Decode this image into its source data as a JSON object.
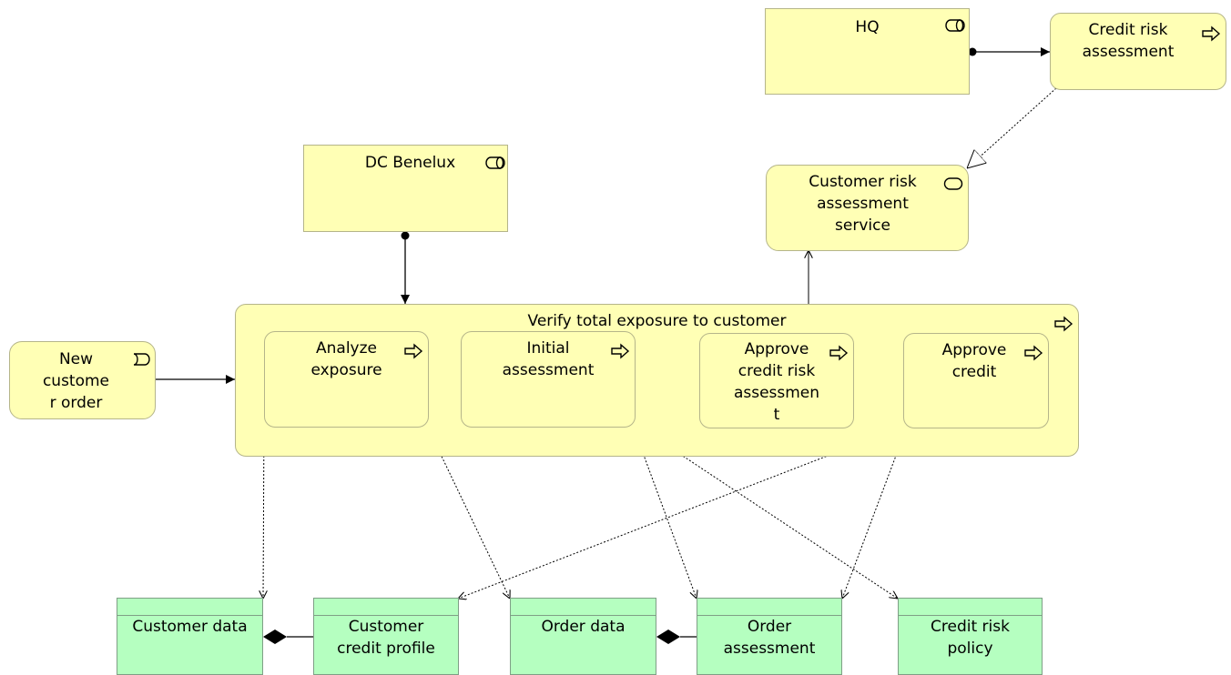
{
  "colors": {
    "business": "#ffffb5",
    "business_border": "#b5b58a",
    "data": "#b5ffc0",
    "data_border": "#7f9f86"
  },
  "actors": {
    "hq": {
      "label": "HQ",
      "icon": "business-role-icon"
    },
    "dc_benelux": {
      "label": "DC Benelux",
      "icon": "business-role-icon"
    }
  },
  "processes": {
    "credit_risk_assessment": {
      "label": "Credit risk\nassessment",
      "icon": "process-arrow-icon"
    },
    "verify_total": {
      "label": "Verify total exposure to customer",
      "icon": "process-arrow-icon"
    },
    "analyze_exposure": {
      "label": "Analyze\nexposure",
      "icon": "process-arrow-icon"
    },
    "initial_assessment": {
      "label": "Initial\nassessment",
      "icon": "process-arrow-icon"
    },
    "approve_credit_risk": {
      "label": "Approve\ncredit risk\nassessmen\nt",
      "icon": "process-arrow-icon"
    },
    "approve_credit": {
      "label": "Approve\ncredit",
      "icon": "process-arrow-icon"
    }
  },
  "service": {
    "label": "Customer risk\nassessment\nservice",
    "icon": "service-icon"
  },
  "event": {
    "label": "New\ncustome\nr order",
    "icon": "event-icon"
  },
  "data_objects": {
    "customer_data": "Customer data",
    "customer_credit_profile": "Customer\ncredit profile",
    "order_data": "Order data",
    "order_assessment": "Order\nassessment",
    "credit_risk_policy": "Credit risk\npolicy"
  }
}
